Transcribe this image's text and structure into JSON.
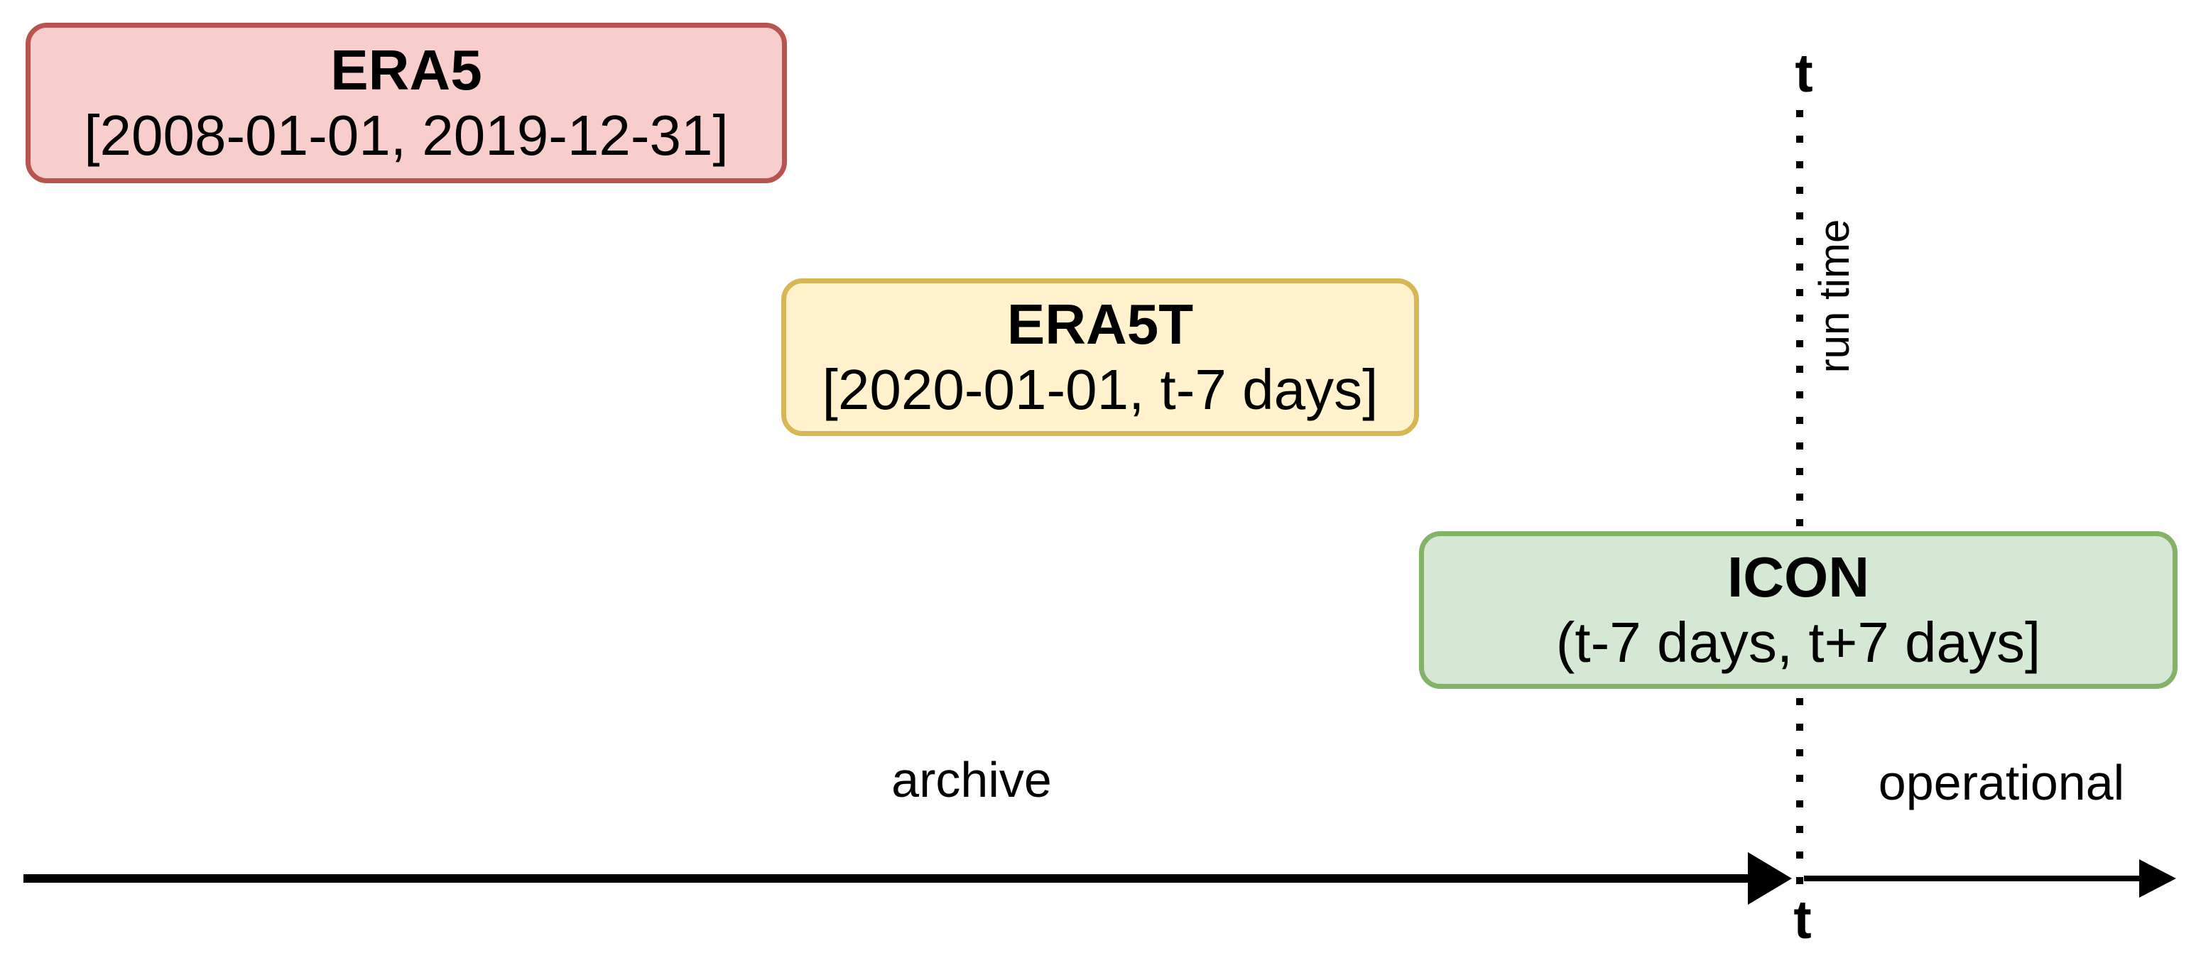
{
  "background": "#ffffff",
  "text_color": "#000000",
  "boxes": [
    {
      "id": "era5",
      "title": "ERA5",
      "range": "[2008-01-01, 2019-12-31]",
      "fill": "#f8cecc",
      "stroke": "#b85450"
    },
    {
      "id": "era5t",
      "title": "ERA5T",
      "range": "[2020-01-01, t-7 days]",
      "fill": "#fff2cc",
      "stroke": "#d6b656"
    },
    {
      "id": "icon",
      "title": "ICON",
      "range": "(t-7 days, t+7 days]",
      "fill": "#d5e8d4",
      "stroke": "#82b366"
    }
  ],
  "runtime": {
    "top_label": "t",
    "axis_label": "run time",
    "bottom_label": "t",
    "line_color": "#000000"
  },
  "axis": {
    "left_label": "archive",
    "right_label": "operational",
    "color": "#000000"
  }
}
